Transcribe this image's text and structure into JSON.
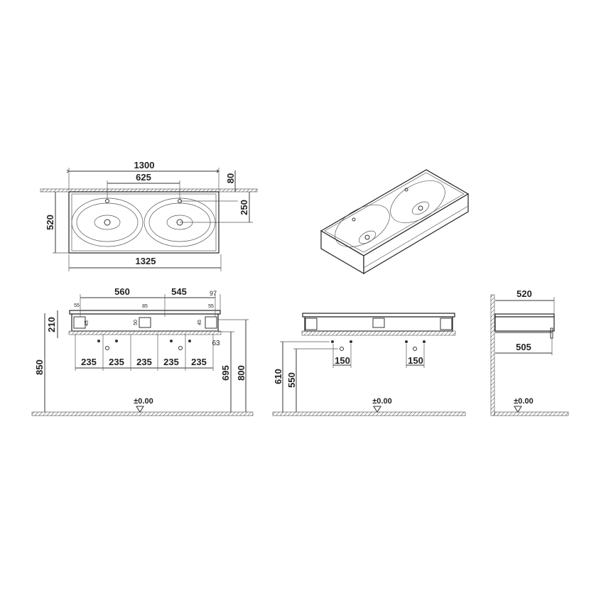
{
  "top_view": {
    "width_overall": "1300",
    "tap_spacing": "625",
    "wall_offset": "80",
    "tap_to_drain": "250",
    "depth": "520",
    "width_bottom": "1325"
  },
  "front_view": {
    "spacing_left": "560",
    "spacing_right": "545",
    "edge_right": "97",
    "bracket_left": "55",
    "bracket_center": "85",
    "bracket_right": "55",
    "bracket_h_left": "45",
    "bracket_h_center": "50",
    "bracket_h_right": "45",
    "height_body": "210",
    "height_total": "850",
    "bottom_spacing": [
      "235",
      "235",
      "235",
      "235",
      "235"
    ],
    "edge_bottom": "63",
    "height_bottom": "695",
    "height_top": "800",
    "floor_level": "±0.00"
  },
  "side_front_view": {
    "height_supply": "610",
    "height_drain": "550",
    "supply_spacing_left": "150",
    "supply_spacing_right": "150",
    "floor_level": "±0.00"
  },
  "side_view": {
    "depth_top": "520",
    "depth_bottom": "505",
    "floor_level": "±0.00"
  }
}
